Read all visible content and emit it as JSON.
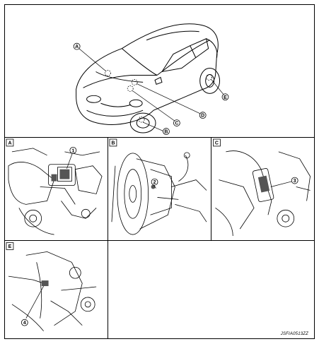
{
  "figure": {
    "overview_callouts": [
      "A",
      "B",
      "C",
      "D",
      "E"
    ],
    "detail_panels": [
      {
        "panel_label": "A",
        "part_number": "1"
      },
      {
        "panel_label": "B",
        "part_number": "2"
      },
      {
        "panel_label": "C",
        "part_number": "3"
      },
      {
        "panel_label": "E",
        "part_number": "4"
      }
    ],
    "reference_code": "JSFIA0513ZZ"
  },
  "colors": {
    "line": "#000000",
    "background": "#ffffff",
    "shade": "#555555"
  }
}
